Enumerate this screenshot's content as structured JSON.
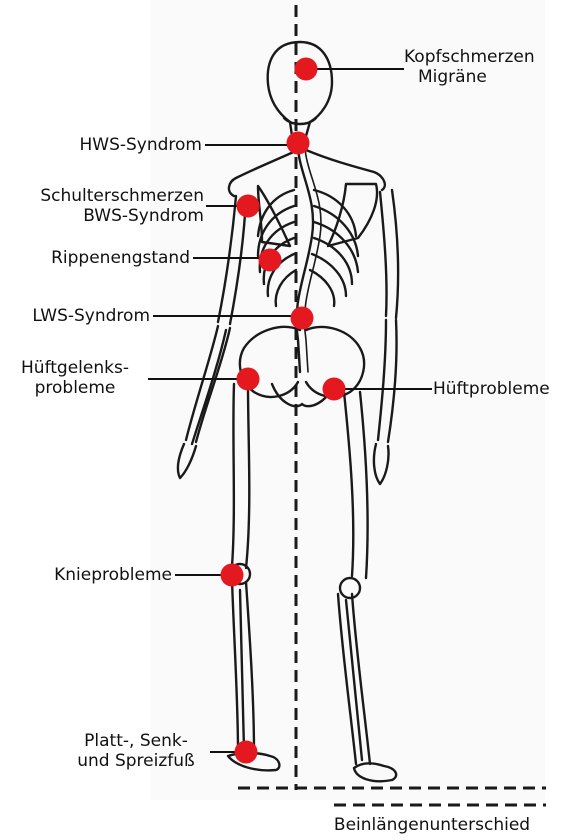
{
  "labels": {
    "kopf_line1": "Kopfschmerzen",
    "kopf_line2": "Migräne",
    "hws": "HWS-Syndrom",
    "schulter_line1": "Schulterschmerzen",
    "schulter_line2": "BWS-Syndrom",
    "rippen": "Rippenengstand",
    "lws": "LWS-Syndrom",
    "hueftgelenk_line1": "Hüftgelenks-",
    "hueftgelenk_line2": "probleme",
    "hueft": "Hüftprobleme",
    "knie": "Knieprobleme",
    "fuss_line1": "Platt-, Senk-",
    "fuss_line2": "und Spreizfuß",
    "bein": "Beinlängenunterschied"
  },
  "colors": {
    "marker": "#e3191f",
    "bone_line": "#1a1a1a",
    "leader_line": "#111111"
  }
}
